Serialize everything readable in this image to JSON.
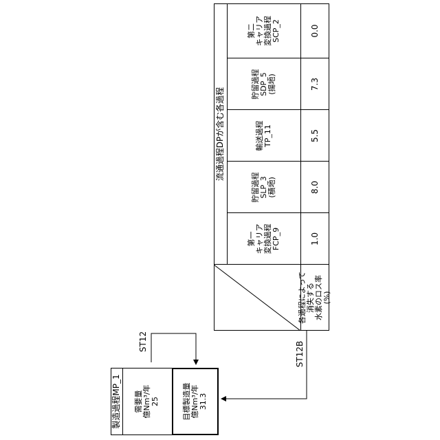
{
  "process_table": {
    "header": "流通過程DPが含む各過程",
    "row_label": [
      "各過程によって",
      "消失する",
      "水素のロス率",
      "(%)"
    ],
    "columns": [
      {
        "lines": [
          "第一",
          "キャリア",
          "変換過程",
          "FCP_9"
        ],
        "value": "1.0"
      },
      {
        "lines": [
          "貯留過程",
          "SLP_3",
          "(積地)"
        ],
        "value": "8.0"
      },
      {
        "lines": [
          "輸送過程",
          "TP_11"
        ],
        "value": "5.5"
      },
      {
        "lines": [
          "貯留過程",
          "SDP_5",
          "(揚地)"
        ],
        "value": "7.3"
      },
      {
        "lines": [
          "第二",
          "キャリア",
          "変換過程",
          "SCP_2"
        ],
        "value": "0.0"
      }
    ]
  },
  "manufacturing": {
    "title": "製造過程MP_1",
    "demand": {
      "label": "需要量",
      "unit": "億Nm³/年",
      "value": "25"
    },
    "target": {
      "label": "目標製造量",
      "unit": "億Nm³/年",
      "value": "31.3"
    }
  },
  "steps": {
    "st12": "ST12",
    "st12b": "ST12B"
  }
}
